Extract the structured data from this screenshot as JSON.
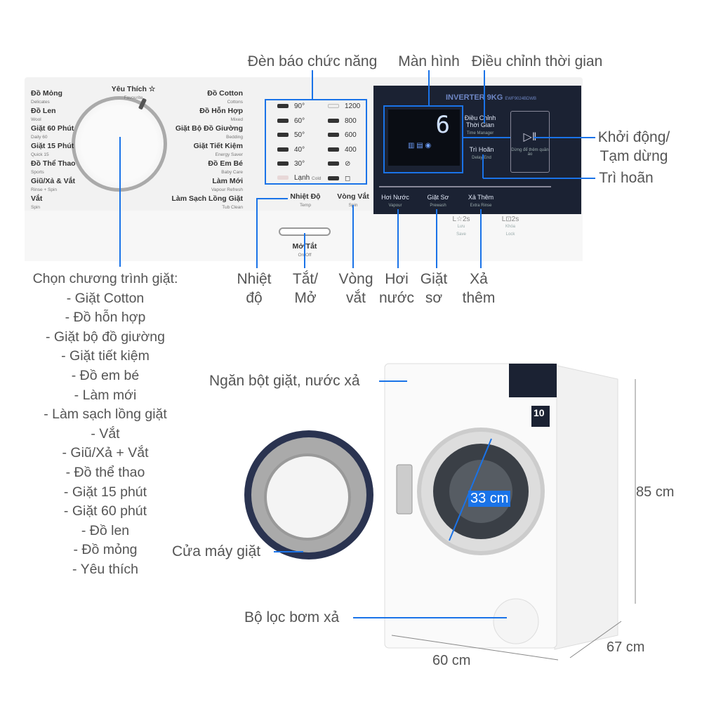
{
  "callouts": {
    "indicators": "Đèn báo chức năng",
    "screen": "Màn hình",
    "time_adjust": "Điều chỉnh thời gian",
    "start_pause": [
      "Khởi động/",
      "Tạm dừng"
    ],
    "delay": "Trì hoãn",
    "temp": [
      "Nhiệt",
      "độ"
    ],
    "onoff": [
      "Tắt/",
      "Mở"
    ],
    "spin": [
      "Vòng",
      "vắt"
    ],
    "steam": [
      "Hơi",
      "nước"
    ],
    "prewash": [
      "Giặt",
      "sơ"
    ],
    "extra_rinse": [
      "Xả",
      "thêm"
    ],
    "detergent": "Ngăn bột giặt, nước xả",
    "door": "Cửa máy giặt",
    "filter": "Bộ lọc bơm xả"
  },
  "programs": {
    "title": "Chọn chương trình giặt:",
    "items": [
      "- Giặt Cotton",
      "- Đồ hỗn hợp",
      "- Giặt bộ đồ giường",
      "- Giặt tiết kiệm",
      "- Đồ em bé",
      "- Làm mới",
      "- Làm sạch lồng giặt",
      "- Vắt",
      "- Giũ/Xả + Vắt",
      "- Đồ thể thao",
      "- Giặt 15 phút",
      "- Giặt 60 phút",
      "- Đồ len",
      "- Đồ mỏng",
      "- Yêu thích"
    ]
  },
  "panel": {
    "favourite": {
      "vi": "Yêu Thích ☆",
      "en": "Favourite"
    },
    "left_programs": [
      {
        "vi": "Đồ Mỏng",
        "en": "Delicates"
      },
      {
        "vi": "Đồ Len",
        "en": "Wool"
      },
      {
        "vi": "Giặt 60 Phút",
        "en": "Daily 60"
      },
      {
        "vi": "Giặt 15 Phút",
        "en": "Quick 15"
      },
      {
        "vi": "Đồ Thể Thao",
        "en": "Sports"
      },
      {
        "vi": "Giũ/Xả & Vắt",
        "en": "Rinse + Spin"
      },
      {
        "vi": "Vắt",
        "en": "Spin"
      }
    ],
    "right_programs": [
      {
        "vi": "Đồ Cotton",
        "en": "Cottons"
      },
      {
        "vi": "Đồ Hỗn Hợp",
        "en": "Mixed"
      },
      {
        "vi": "Giặt Bộ Đồ Giường",
        "en": "Bedding"
      },
      {
        "vi": "Giặt Tiết Kiệm",
        "en": "Energy Saver"
      },
      {
        "vi": "Đồ Em Bé",
        "en": "Baby Care"
      },
      {
        "vi": "Làm Mới",
        "en": "Vapour Refresh"
      },
      {
        "vi": "Làm Sạch Lồng Giặt",
        "en": "Tub Clean"
      }
    ],
    "temps": [
      "90°",
      "60°",
      "50°",
      "40°",
      "30°",
      "Lạnh"
    ],
    "temp_cold_en": "Cold",
    "spins": [
      "1200",
      "800",
      "600",
      "400",
      "⊘",
      "◻"
    ],
    "temp_button": {
      "vi": "Nhiệt Độ",
      "en": "Temp"
    },
    "spin_button": {
      "vi": "Vòng Vắt",
      "en": "Spin"
    },
    "power_button": {
      "vi": "Mở/Tắt",
      "en": "On/Off"
    },
    "model": "INVERTER 9KG",
    "model_code": "EWF9024BDWB",
    "display_value": "6",
    "time_manager": {
      "vi": "Điều Chỉnh Thời Gian",
      "en": "Time Manager"
    },
    "delay_end": {
      "vi": "Trì Hoãn",
      "en": "Delay End"
    },
    "start_hint": "Dừng để thêm quần áo",
    "steam_button": {
      "vi": "Hơi Nước",
      "en": "Vapour"
    },
    "prewash_button": {
      "vi": "Giặt Sơ",
      "en": "Prewash"
    },
    "rinse_button": {
      "vi": "Xả Thêm",
      "en": "Extra Rinse"
    },
    "save": {
      "sym": "L☆2s",
      "vi": "Lưu",
      "en": "Save"
    },
    "lock": {
      "sym": "L⊡2s",
      "vi": "Khóa",
      "en": "Lock"
    }
  },
  "dimensions": {
    "height": "85 cm",
    "depth": "67 cm",
    "width": "60 cm",
    "door": "33 cm"
  },
  "badge": "10",
  "colors": {
    "callout_line": "#1a73e8",
    "panel_dark": "#1b2233",
    "door_badge": "#1a73e8"
  }
}
